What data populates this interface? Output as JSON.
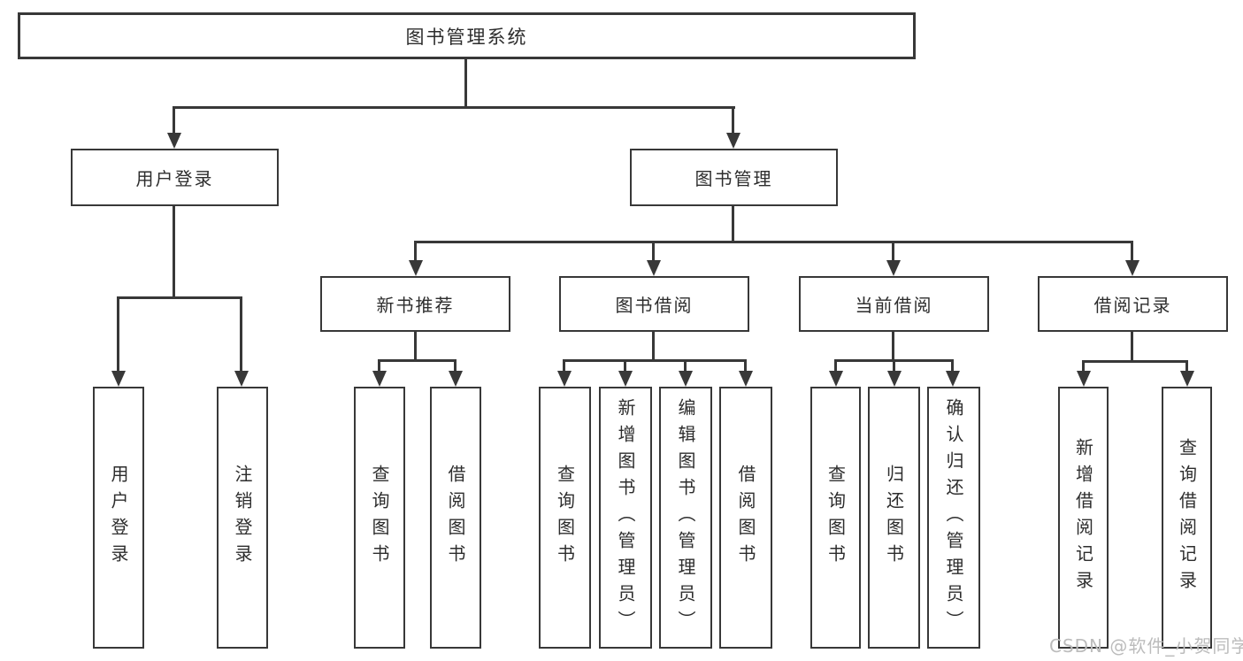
{
  "diagram": {
    "title": "图书管理系统",
    "watermark": "CSDN @软件_小贺同学",
    "colors": {
      "line": "#383838",
      "text": "#2d2d2d",
      "watermark": "#bcbcbc"
    },
    "branches": {
      "user_login": {
        "label": "用户登录",
        "children": {
          "login": "用户登录",
          "logout": "注销登录"
        }
      },
      "book_management": {
        "label": "图书管理",
        "children": {
          "new_book_recommend": {
            "label": "新书推荐",
            "children": {
              "query": "查询图书",
              "borrow": "借阅图书"
            }
          },
          "book_borrow": {
            "label": "图书借阅",
            "children": {
              "query": "查询图书",
              "add": "新增图书（管理员）",
              "edit": "编辑图书（管理员）",
              "borrow": "借阅图书"
            }
          },
          "current_borrow": {
            "label": "当前借阅",
            "children": {
              "query": "查询图书",
              "return": "归还图书",
              "confirm": "确认归还（管理员）"
            }
          },
          "borrow_records": {
            "label": "借阅记录",
            "children": {
              "add": "新增借阅记录",
              "query": "查询借阅记录"
            }
          }
        }
      }
    }
  }
}
